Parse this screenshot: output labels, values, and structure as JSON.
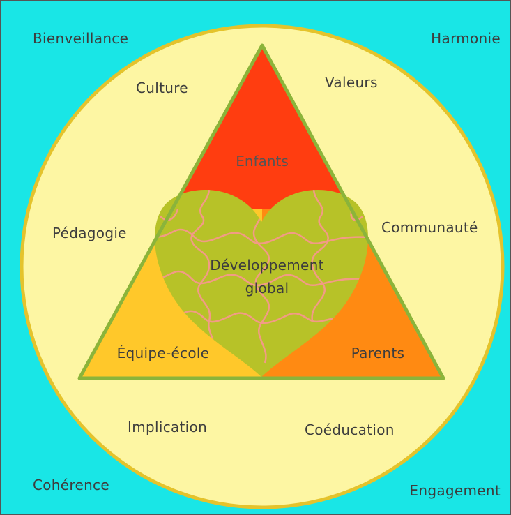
{
  "colors": {
    "frame_border": "#555555",
    "background": "#19e6e6",
    "circle_fill": "#fdf6a3",
    "circle_stroke": "#e4c32c",
    "triangle_stroke": "#8bb43a",
    "top_section": "#ff3d10",
    "left_section": "#ffc82a",
    "right_section": "#ff8a12",
    "heart_fill": "#b7c228",
    "puzzle_lines": "#f29b86"
  },
  "corners": {
    "top_left": "Bienveillance",
    "top_right": "Harmonie",
    "bottom_left": "Cohérence",
    "bottom_right": "Engagement"
  },
  "circle_words": {
    "culture": "Culture",
    "valeurs": "Valeurs",
    "pedagogie": "Pédagogie",
    "communaute": "Communauté",
    "implication": "Implication",
    "coeducation": "Coéducation"
  },
  "triangle": {
    "top": "Enfants",
    "bottom_left": "Équipe-école",
    "bottom_right": "Parents"
  },
  "heart": {
    "line1": "Développement",
    "line2": "global"
  }
}
